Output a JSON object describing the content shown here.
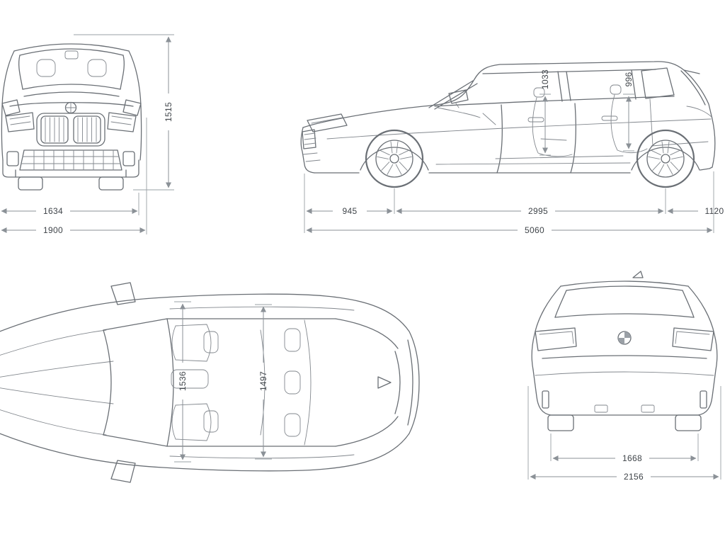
{
  "diagram": {
    "front_view": {
      "overall_height": "1515",
      "track_width": "1634",
      "overall_width": "1900"
    },
    "side_view": {
      "front_overhang": "945",
      "wheelbase": "2995",
      "rear_overhang": "1120",
      "overall_length": "5060",
      "front_headroom": "1033",
      "rear_headroom": "996"
    },
    "top_view": {
      "front_interior_width": "1536",
      "rear_interior_width": "1497"
    },
    "rear_view": {
      "track_width": "1668",
      "overall_width": "2156"
    }
  }
}
